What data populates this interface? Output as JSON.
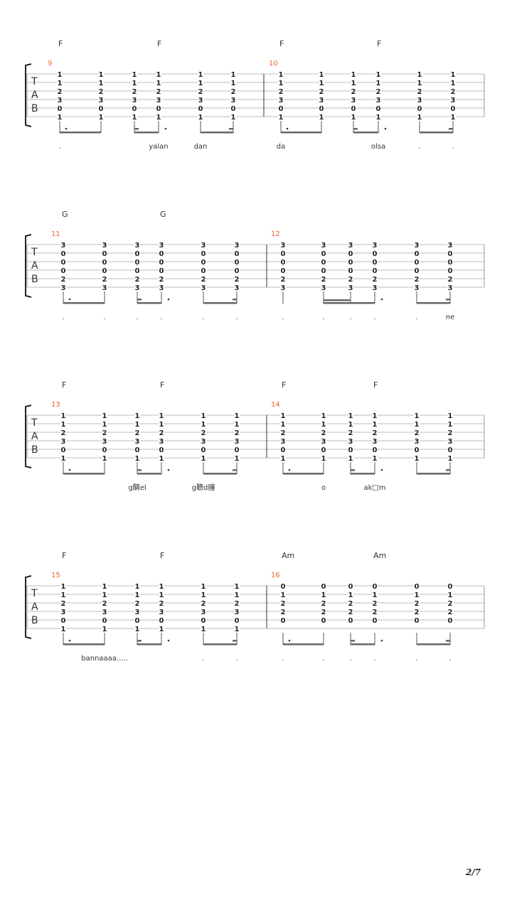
{
  "page_number": "2/7",
  "tab_label": [
    "T",
    "A",
    "B"
  ],
  "systems": [
    {
      "measures": [
        {
          "number": "9",
          "rhythm": "standard",
          "chords": [
            {
              "col": 0,
              "name": "F"
            },
            {
              "col": 3,
              "name": "F"
            }
          ],
          "columns": [
            [
              1,
              1,
              2,
              3,
              0,
              1
            ],
            [
              1,
              1,
              2,
              3,
              0,
              1
            ],
            [
              1,
              1,
              2,
              3,
              0,
              1
            ],
            [
              1,
              1,
              2,
              3,
              0,
              1
            ],
            [
              1,
              1,
              2,
              3,
              0,
              1
            ],
            [
              1,
              1,
              2,
              3,
              0,
              1
            ]
          ]
        },
        {
          "number": "10",
          "rhythm": "standard",
          "chords": [
            {
              "col": 0,
              "name": "F"
            },
            {
              "col": 3,
              "name": "F"
            }
          ],
          "columns": [
            [
              1,
              1,
              2,
              3,
              0,
              1
            ],
            [
              1,
              1,
              2,
              3,
              0,
              1
            ],
            [
              1,
              1,
              2,
              3,
              0,
              1
            ],
            [
              1,
              1,
              2,
              3,
              0,
              1
            ],
            [
              1,
              1,
              2,
              3,
              0,
              1
            ],
            [
              1,
              1,
              2,
              3,
              0,
              1
            ]
          ]
        }
      ],
      "lyrics": [
        {
          "col": 0,
          "text": "."
        },
        {
          "col": 3,
          "text": "yalan"
        },
        {
          "col": 4,
          "text": "dan"
        },
        {
          "col": 6,
          "text": "da"
        },
        {
          "col": 9,
          "text": "olsa"
        },
        {
          "col": 10,
          "text": "."
        },
        {
          "col": 11,
          "text": "."
        }
      ]
    },
    {
      "measures": [
        {
          "number": "11",
          "rhythm": "standard",
          "chords": [
            {
              "col": 0,
              "name": "G"
            },
            {
              "col": 3,
              "name": "G"
            }
          ],
          "columns": [
            [
              3,
              0,
              0,
              0,
              2,
              3
            ],
            [
              3,
              0,
              0,
              0,
              2,
              3
            ],
            [
              3,
              0,
              0,
              0,
              2,
              3
            ],
            [
              3,
              0,
              0,
              0,
              2,
              3
            ],
            [
              3,
              0,
              0,
              0,
              2,
              3
            ],
            [
              3,
              0,
              0,
              0,
              2,
              3
            ]
          ]
        },
        {
          "number": "12",
          "rhythm": "alt",
          "chords": [],
          "columns": [
            [
              3,
              0,
              0,
              0,
              2,
              3
            ],
            [
              3,
              0,
              0,
              0,
              2,
              3
            ],
            [
              3,
              0,
              0,
              0,
              2,
              3
            ],
            [
              3,
              0,
              0,
              0,
              2,
              3
            ],
            [
              3,
              0,
              0,
              0,
              2,
              3
            ],
            [
              3,
              0,
              0,
              0,
              2,
              3
            ]
          ]
        }
      ],
      "lyrics": [
        {
          "col": 0,
          "text": "."
        },
        {
          "col": 1,
          "text": "."
        },
        {
          "col": 2,
          "text": "."
        },
        {
          "col": 3,
          "text": "."
        },
        {
          "col": 4,
          "text": "."
        },
        {
          "col": 5,
          "text": "."
        },
        {
          "col": 6,
          "text": "."
        },
        {
          "col": 7,
          "text": "."
        },
        {
          "col": 8,
          "text": "."
        },
        {
          "col": 9,
          "text": "."
        },
        {
          "col": 10,
          "text": "."
        },
        {
          "col": 11,
          "text": "ne"
        }
      ]
    },
    {
      "measures": [
        {
          "number": "13",
          "rhythm": "standard",
          "chords": [
            {
              "col": 0,
              "name": "F"
            },
            {
              "col": 3,
              "name": "F"
            }
          ],
          "columns": [
            [
              1,
              1,
              2,
              3,
              0,
              1
            ],
            [
              1,
              1,
              2,
              3,
              0,
              1
            ],
            [
              1,
              1,
              2,
              3,
              0,
              1
            ],
            [
              1,
              1,
              2,
              3,
              0,
              1
            ],
            [
              1,
              1,
              2,
              3,
              0,
              1
            ],
            [
              1,
              1,
              2,
              3,
              0,
              1
            ]
          ]
        },
        {
          "number": "14",
          "rhythm": "standard",
          "chords": [
            {
              "col": 0,
              "name": "F"
            },
            {
              "col": 3,
              "name": "F"
            }
          ],
          "columns": [
            [
              1,
              1,
              2,
              3,
              0,
              1
            ],
            [
              1,
              1,
              2,
              3,
              0,
              1
            ],
            [
              1,
              1,
              2,
              3,
              0,
              1
            ],
            [
              1,
              1,
              2,
              3,
              0,
              1
            ],
            [
              1,
              1,
              2,
              3,
              0,
              1
            ],
            [
              1,
              1,
              2,
              3,
              0,
              1
            ]
          ]
        }
      ],
      "lyrics": [
        {
          "col": 2,
          "text": "g醨el"
        },
        {
          "col": 4,
          "text": "g聽d膧"
        },
        {
          "col": 7,
          "text": "o"
        },
        {
          "col": 9,
          "text": "ak□m"
        }
      ]
    },
    {
      "measures": [
        {
          "number": "15",
          "rhythm": "standard",
          "chords": [
            {
              "col": 0,
              "name": "F"
            },
            {
              "col": 3,
              "name": "F"
            }
          ],
          "columns": [
            [
              1,
              1,
              2,
              3,
              0,
              1
            ],
            [
              1,
              1,
              2,
              3,
              0,
              1
            ],
            [
              1,
              1,
              2,
              3,
              0,
              1
            ],
            [
              1,
              1,
              2,
              3,
              0,
              1
            ],
            [
              1,
              1,
              2,
              3,
              0,
              1
            ],
            [
              1,
              1,
              2,
              3,
              0,
              1
            ]
          ]
        },
        {
          "number": "16",
          "rhythm": "standard",
          "chords": [
            {
              "col": 0,
              "name": "Am"
            },
            {
              "col": 3,
              "name": "Am"
            }
          ],
          "columns": [
            [
              0,
              1,
              2,
              2,
              0,
              null
            ],
            [
              0,
              1,
              2,
              2,
              0,
              null
            ],
            [
              0,
              1,
              2,
              2,
              0,
              null
            ],
            [
              0,
              1,
              2,
              2,
              0,
              null
            ],
            [
              0,
              1,
              2,
              2,
              0,
              null
            ],
            [
              0,
              1,
              2,
              2,
              0,
              null
            ]
          ]
        }
      ],
      "lyrics": [
        {
          "col": 1,
          "text": "bannaaaa....."
        },
        {
          "col": 4,
          "text": "."
        },
        {
          "col": 5,
          "text": "."
        },
        {
          "col": 6,
          "text": "."
        },
        {
          "col": 7,
          "text": "."
        },
        {
          "col": 8,
          "text": "."
        },
        {
          "col": 9,
          "text": "."
        },
        {
          "col": 10,
          "text": "."
        },
        {
          "col": 11,
          "text": "."
        }
      ]
    }
  ]
}
